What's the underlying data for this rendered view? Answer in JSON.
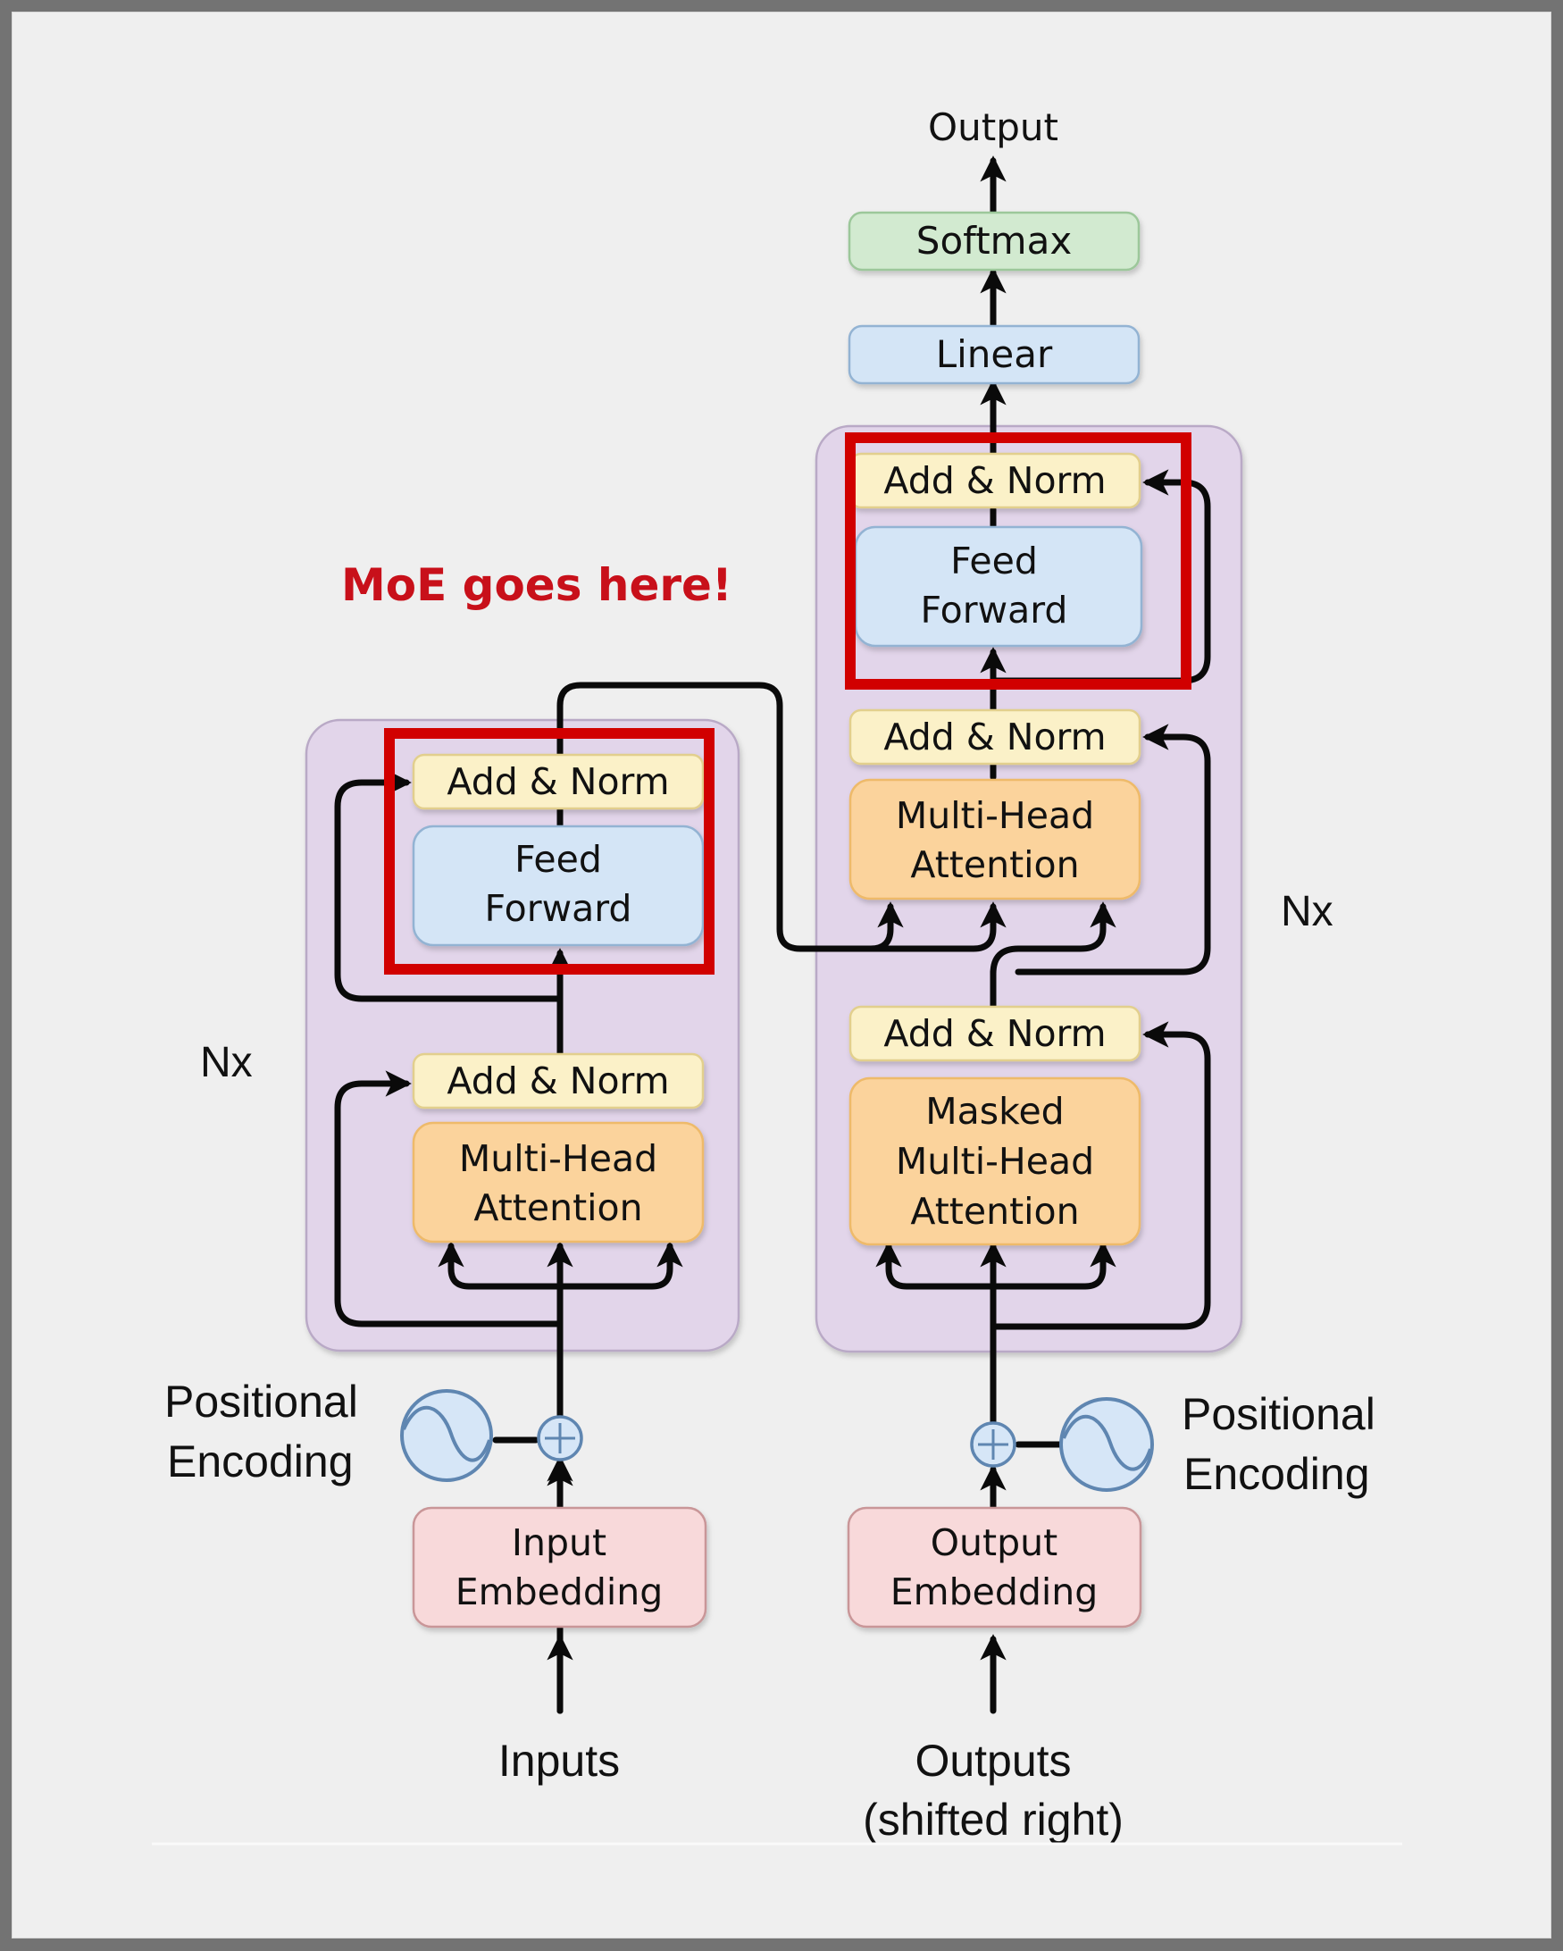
{
  "diagram": {
    "title": "Transformer architecture with MoE placement",
    "annotation": "MoE goes here!",
    "colors": {
      "annotation": "#c8101a",
      "highlight_box": "#d10000",
      "stack_container": "#e2d5ea",
      "add_norm": "#fbf1c8",
      "feed_forward": "#d4e5f6",
      "attention": "#fbd39c",
      "embedding": "#f8d9da",
      "linear": "#d4e5f6",
      "softmax": "#d2ead0",
      "positional_encoding": "#d6e6f7"
    },
    "encoder": {
      "repeat_label": "Nx",
      "blocks": {
        "add_norm_top": "Add & Norm",
        "feed_forward": [
          "Feed",
          "Forward"
        ],
        "add_norm_bottom": "Add & Norm",
        "attention": [
          "Multi-Head",
          "Attention"
        ]
      },
      "positional_encoding": [
        "Positional",
        "Encoding"
      ],
      "embedding": [
        "Input",
        "Embedding"
      ],
      "input_label": "Inputs"
    },
    "decoder": {
      "repeat_label": "Nx",
      "blocks": {
        "add_norm_top": "Add & Norm",
        "feed_forward": [
          "Feed",
          "Forward"
        ],
        "add_norm_mid": "Add & Norm",
        "attention": [
          "Multi-Head",
          "Attention"
        ],
        "add_norm_bottom": "Add & Norm",
        "masked_attention": [
          "Masked",
          "Multi-Head",
          "Attention"
        ]
      },
      "positional_encoding": [
        "Positional",
        "Encoding"
      ],
      "embedding": [
        "Output",
        "Embedding"
      ],
      "input_label": [
        "Outputs",
        "(shifted right)"
      ]
    },
    "head": {
      "linear": "Linear",
      "softmax": "Softmax",
      "output_label": "Output"
    }
  }
}
